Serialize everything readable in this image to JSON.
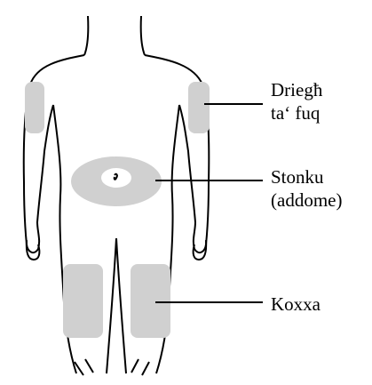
{
  "labels": {
    "upper_arm": [
      "Driegħ",
      "ta‘ fuq"
    ],
    "stomach": [
      "Stonku",
      "(addome)"
    ],
    "thigh": [
      "Koxxa"
    ]
  },
  "colors": {
    "outline": "#000000",
    "injection_area": "#d0d0d0",
    "background": "#ffffff"
  }
}
